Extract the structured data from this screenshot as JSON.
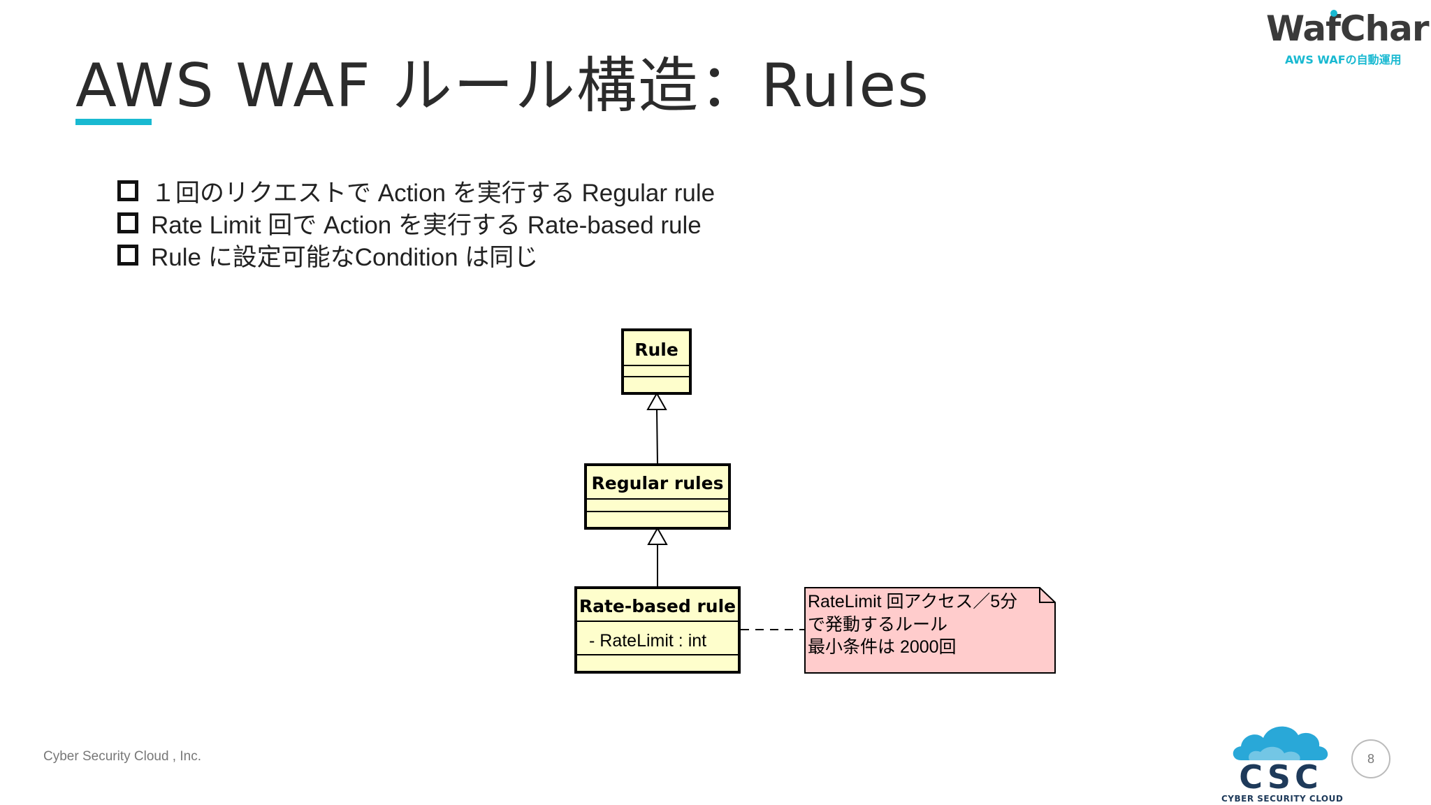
{
  "title": "AWS WAF ルール構造：Rules",
  "logo": {
    "name": "WafCharm",
    "tagline": "AWS WAFの自動運用"
  },
  "bullets": [
    "１回のリクエストで Action を実行する Regular rule",
    "Rate Limit 回で Action を実行する Rate-based rule",
    "Rule に設定可能なCondition は同じ"
  ],
  "diagram": {
    "classes": [
      {
        "name": "Rule",
        "attributes": []
      },
      {
        "name": "Regular rules",
        "attributes": []
      },
      {
        "name": "Rate-based rule",
        "attributes": [
          "- RateLimit : int"
        ]
      }
    ],
    "note": {
      "lines": [
        "RateLimit 回アクセス／5分",
        "で発動するルール",
        "最小条件は 2000回"
      ]
    }
  },
  "footer": {
    "company": "Cyber Security Cloud , Inc.",
    "page_number": "8",
    "csc_logo_text": "CSC",
    "csc_logo_sub": "CYBER SECURITY CLOUD"
  },
  "colors": {
    "accent": "#19b9d1",
    "class_fill": "#fefecc",
    "note_fill": "#ffcccc",
    "csc_blue": "#1e3a5a"
  }
}
